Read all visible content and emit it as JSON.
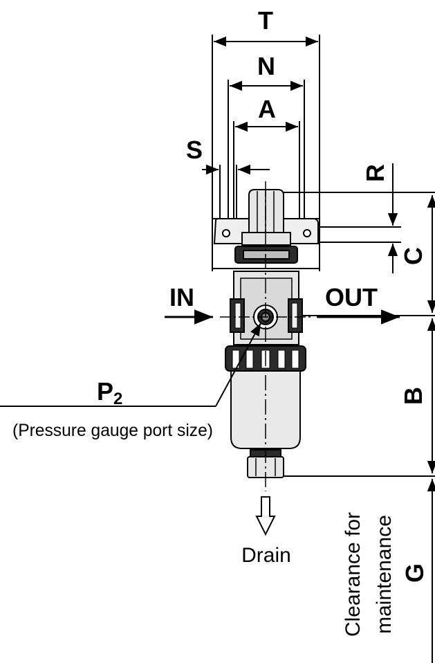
{
  "labels": {
    "T": "T",
    "N": "N",
    "A": "A",
    "S": "S",
    "R": "R",
    "C": "C",
    "B": "B",
    "G": "G",
    "in": "IN",
    "out": "OUT",
    "p2_main": "P",
    "p2_sub": "2",
    "p2_note": "(Pressure gauge port size)",
    "drain": "Drain",
    "clearance_line1": "Clearance for",
    "clearance_line2": "maintenance"
  },
  "colors": {
    "line": "#000000",
    "body_fill": "#e6e6e6",
    "bowl_fill": "#e9e9e9",
    "dark_fill": "#2b2b2b",
    "background": "#ffffff"
  }
}
